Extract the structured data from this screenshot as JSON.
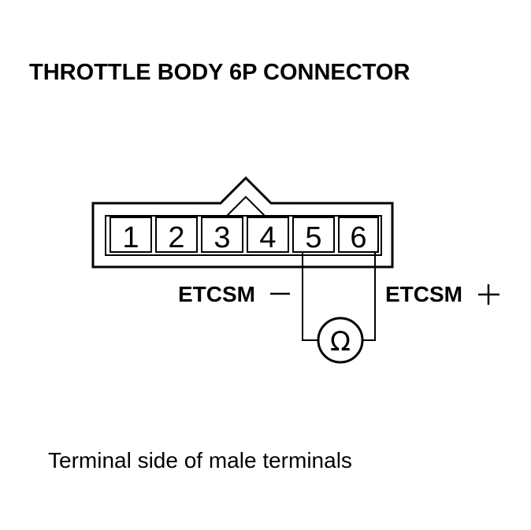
{
  "diagram": {
    "title": "THROTTLE BODY 6P CONNECTOR",
    "terminals": [
      "1",
      "2",
      "3",
      "4",
      "5",
      "6"
    ],
    "signal_minus_label": "ETCSM",
    "signal_plus_label": "ETCSM",
    "meter_symbol": "Ω",
    "caption": "Terminal side of male terminals"
  }
}
